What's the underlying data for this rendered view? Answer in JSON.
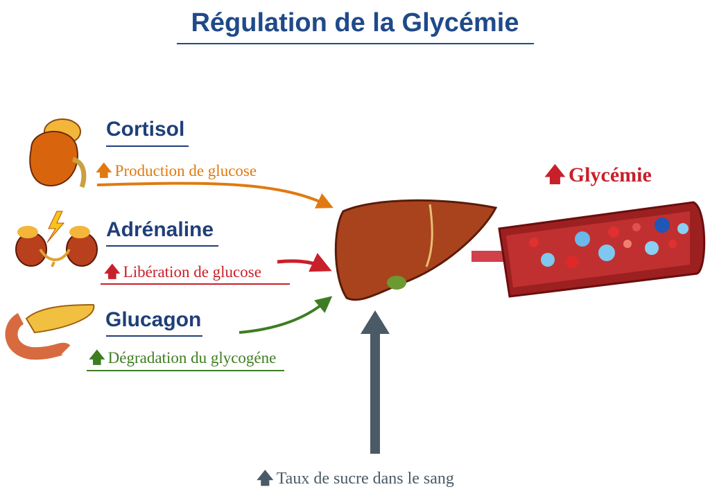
{
  "title": "Régulation de la Glycémie",
  "hormones": [
    {
      "name": "Cortisol",
      "effect": "Production de glucose",
      "color": "#e07a10"
    },
    {
      "name": "Adrénaline",
      "effect": "Libération de glucose",
      "color": "#c8202a"
    },
    {
      "name": "Glucagon",
      "effect": "Dégradation du glycogéne",
      "color": "#3e7d22"
    }
  ],
  "result": {
    "label": "Glycémie",
    "color": "#c8202a"
  },
  "bottom": {
    "label": "Taux de sucre dans le sang",
    "color": "#4a5a66"
  },
  "arrow_glyph": "🡅"
}
